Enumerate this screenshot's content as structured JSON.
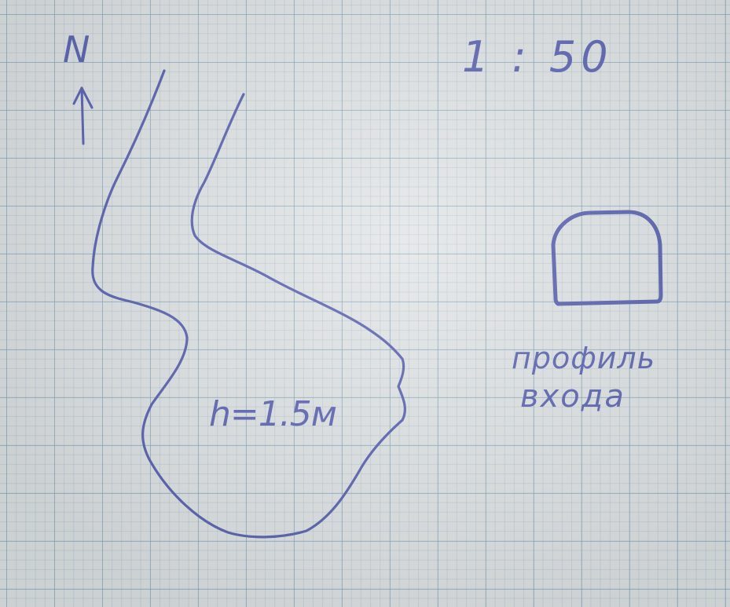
{
  "sheet": {
    "north_label": "N",
    "scale": "1 : 50",
    "cave_height": "h=1.5м",
    "entrance_profile": {
      "line1": "профиль",
      "line2": "входа"
    }
  },
  "colors": {
    "ink": "#4a52a8",
    "paper": "#dfe2e3",
    "grid": "#6e96af"
  },
  "icons": {
    "north_arrow": "north-arrow-icon"
  }
}
